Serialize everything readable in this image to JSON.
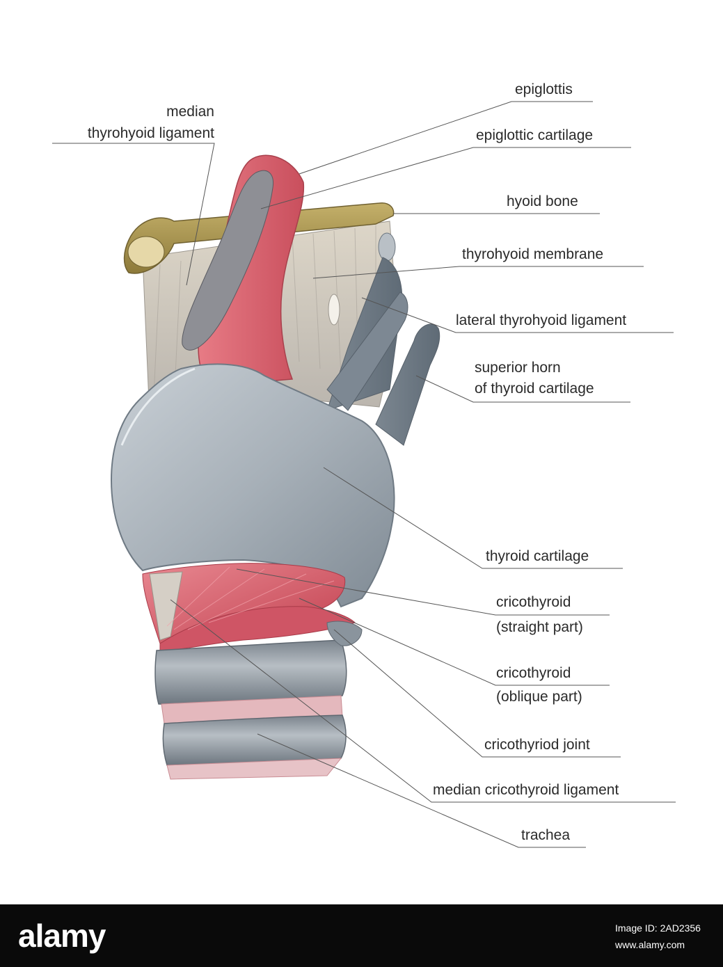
{
  "labels": {
    "median_thyrohyoid_ligament_1": "median",
    "median_thyrohyoid_ligament_2": "thyrohyoid ligament",
    "epiglottis": "epiglottis",
    "epiglottic_cartilage": "epiglottic cartilage",
    "hyoid_bone": "hyoid bone",
    "thyrohyoid_membrane": "thyrohyoid membrane",
    "lateral_thyrohyoid_ligament": "lateral thyrohyoid ligament",
    "superior_horn_1": "superior horn",
    "superior_horn_2": "of thyroid cartilage",
    "thyroid_cartilage": "thyroid cartilage",
    "cricothyroid_straight_1": "cricothyroid",
    "cricothyroid_straight_2": "(straight part)",
    "cricothyroid_oblique_1": "cricothyroid",
    "cricothyroid_oblique_2": "(oblique part)",
    "cricothyriod_joint": "cricothyriod joint",
    "median_cricothyroid_ligament": "median cricothyroid ligament",
    "trachea": "trachea"
  },
  "footer": {
    "logo": "alamy",
    "image_id": "Image ID: 2AD2356",
    "site": "www.alamy.com"
  },
  "colors": {
    "cartilage": "#9aa3ab",
    "muscle": "#d9616e",
    "bone": "#a7944f",
    "membrane": "#cfc8bb",
    "leader": "#555555"
  }
}
